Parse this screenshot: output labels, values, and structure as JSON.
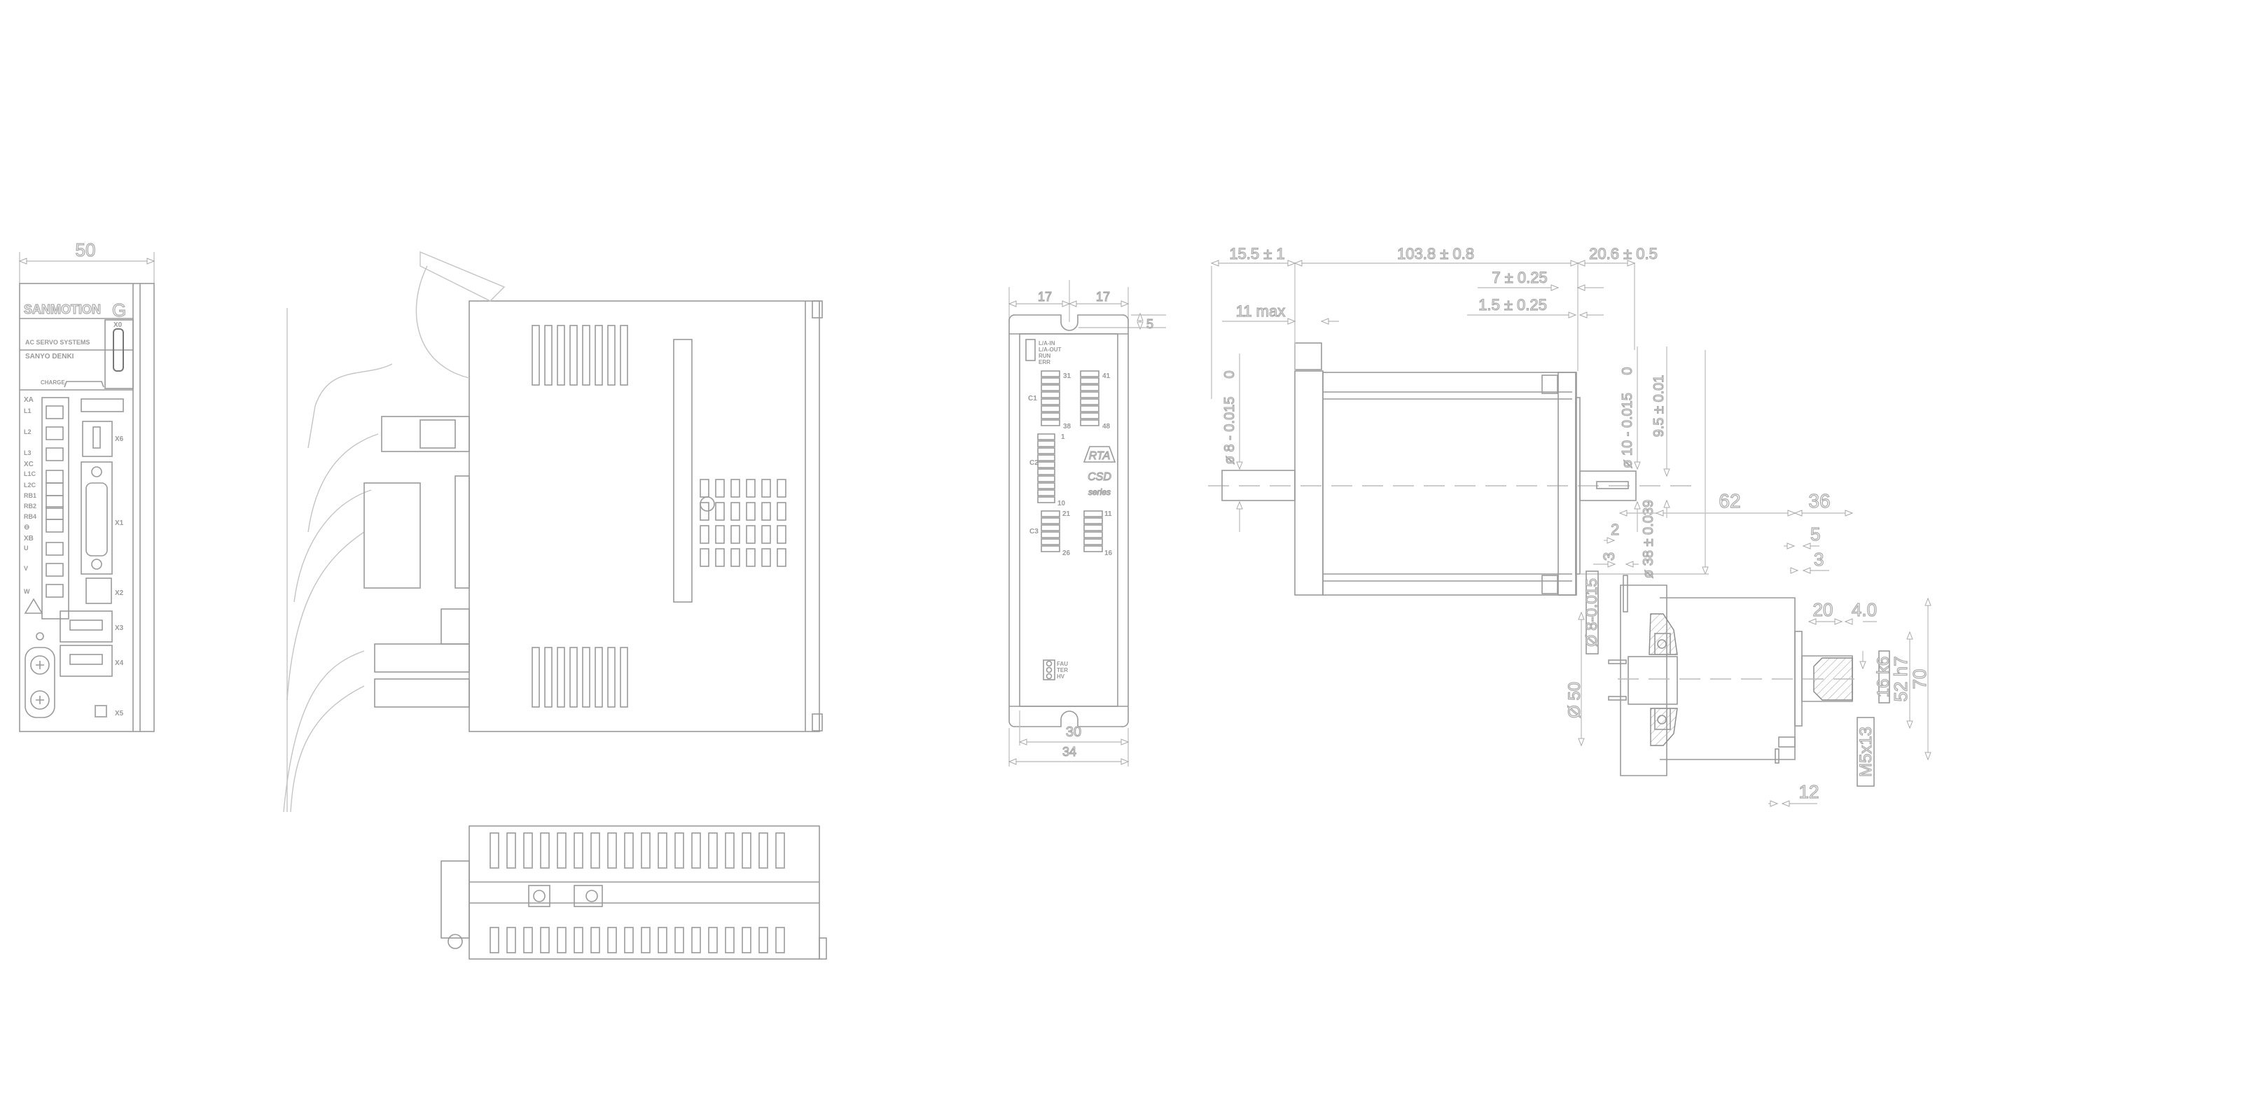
{
  "servo_drive": {
    "width_dim": "50",
    "brand": "SANMOTION",
    "series_letter": "G",
    "subtitle": "AC SERVO SYSTEMS",
    "maker": "SANYO DENKI",
    "charge": "CHARGE",
    "terminals": [
      "XA",
      "L1",
      "L2",
      "L3",
      "XC",
      "L1C",
      "L2C",
      "RB1",
      "RB2",
      "RB4",
      "⊖",
      "XB",
      "U",
      "V",
      "W"
    ],
    "connectors": [
      "X0",
      "X6",
      "X1",
      "X2",
      "X3",
      "X4",
      "X5"
    ]
  },
  "rta_drive": {
    "dims": {
      "left_half": "17",
      "right_half": "17",
      "slot": "5",
      "inner_width": "30",
      "outer_width": "34"
    },
    "leds_top": [
      "L/A-IN",
      "L/A-OUT",
      "RUN",
      "ERR"
    ],
    "c1": {
      "label": "C1",
      "first": "31",
      "last": "38",
      "first2": "41",
      "last2": "48"
    },
    "c2": {
      "label": "C2",
      "first": "1",
      "last": "10"
    },
    "c3": {
      "label": "C3",
      "first": "21",
      "last": "26",
      "first2": "11",
      "last2": "16"
    },
    "logo": "RTA",
    "model": "CSD",
    "series": "series",
    "leds_bottom": [
      "FAU",
      "TER",
      "HV"
    ]
  },
  "stepper_motor": {
    "dims": {
      "rear_shaft": "15.5 ± 1",
      "body_length": "103.8 ± 0.8",
      "front_shaft": "20.6 ± 0.5",
      "pilot_depth": "7 ± 0.25",
      "flange": "1.5 ± 0.25",
      "connector": "11 max",
      "rear_shaft_dia_upper": "0",
      "rear_shaft_dia": "ø 8 - 0.015",
      "front_shaft_dia_upper": "0",
      "front_shaft_dia": "ø 10 - 0.015",
      "flat": "9.5 ± 0.01",
      "pilot_dia": "ø 38 ± 0.039",
      "pilot_small": "2",
      "key": "3"
    }
  },
  "gear_motor": {
    "dims": {
      "len_a": "62",
      "len_b": "36",
      "d5": "5",
      "d3": "3",
      "bore": "Ø 8-0.015",
      "body_dia": "Ø 50",
      "shaft_len": "20",
      "chamfer": "4.0",
      "shaft_dia": "16 k6",
      "pilot": "52 h7",
      "outer": "70",
      "thread": "M5x13",
      "pin": "12"
    }
  }
}
